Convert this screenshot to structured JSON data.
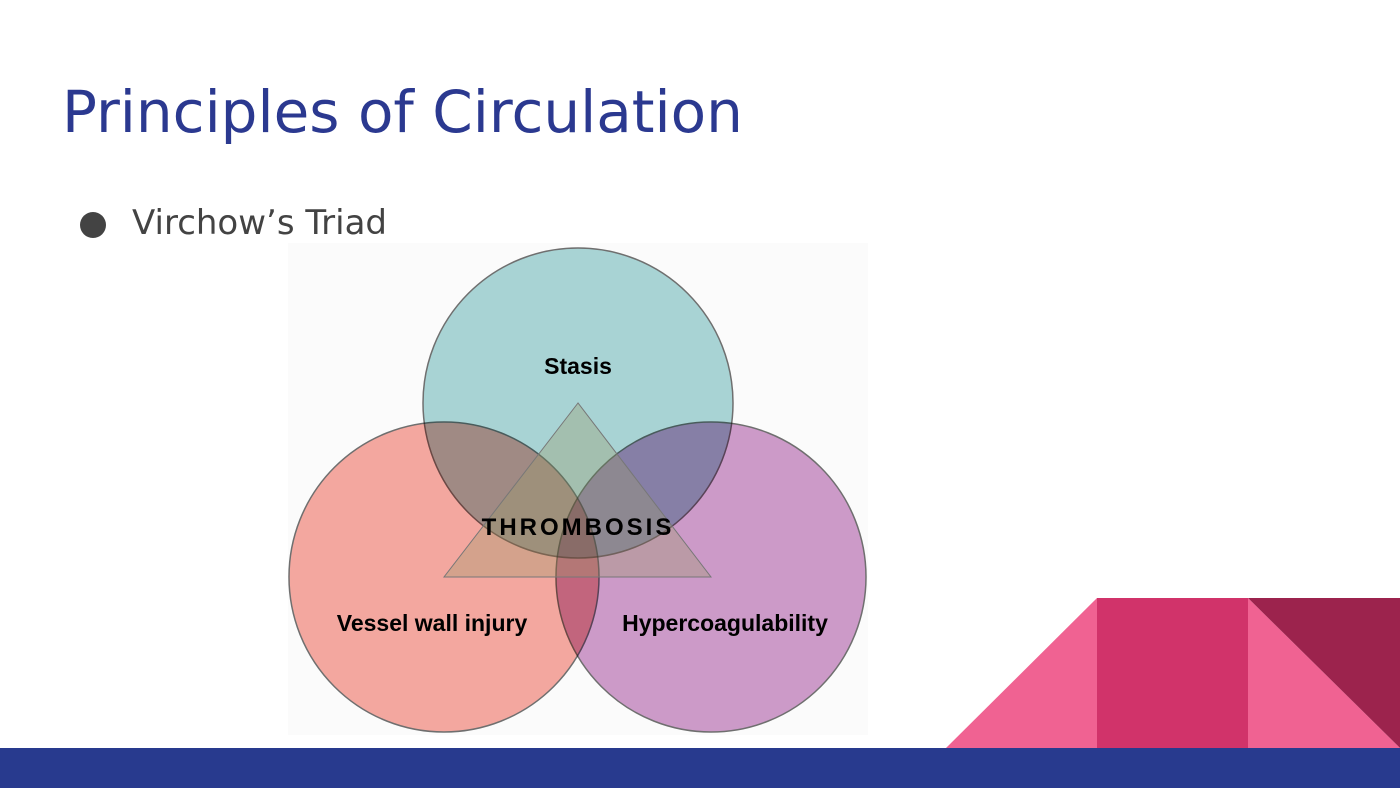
{
  "slide": {
    "title": "Principles of Circulation",
    "bullets": [
      {
        "text": "Virchow’s Triad"
      }
    ]
  },
  "diagram": {
    "center_label": "THROMBOSIS",
    "circles": [
      {
        "label": "Stasis",
        "color": "#a8d3d4"
      },
      {
        "label": "Vessel wall injury",
        "color": "#f3a79f"
      },
      {
        "label": "Hypercoagulability",
        "color": "#cc9ac8"
      }
    ]
  },
  "theme": {
    "primary": "#2b3990",
    "footer": "#283a8e",
    "pink_light": "#f06292",
    "pink_mid": "#d1336a",
    "pink_dark": "#9c234d"
  }
}
